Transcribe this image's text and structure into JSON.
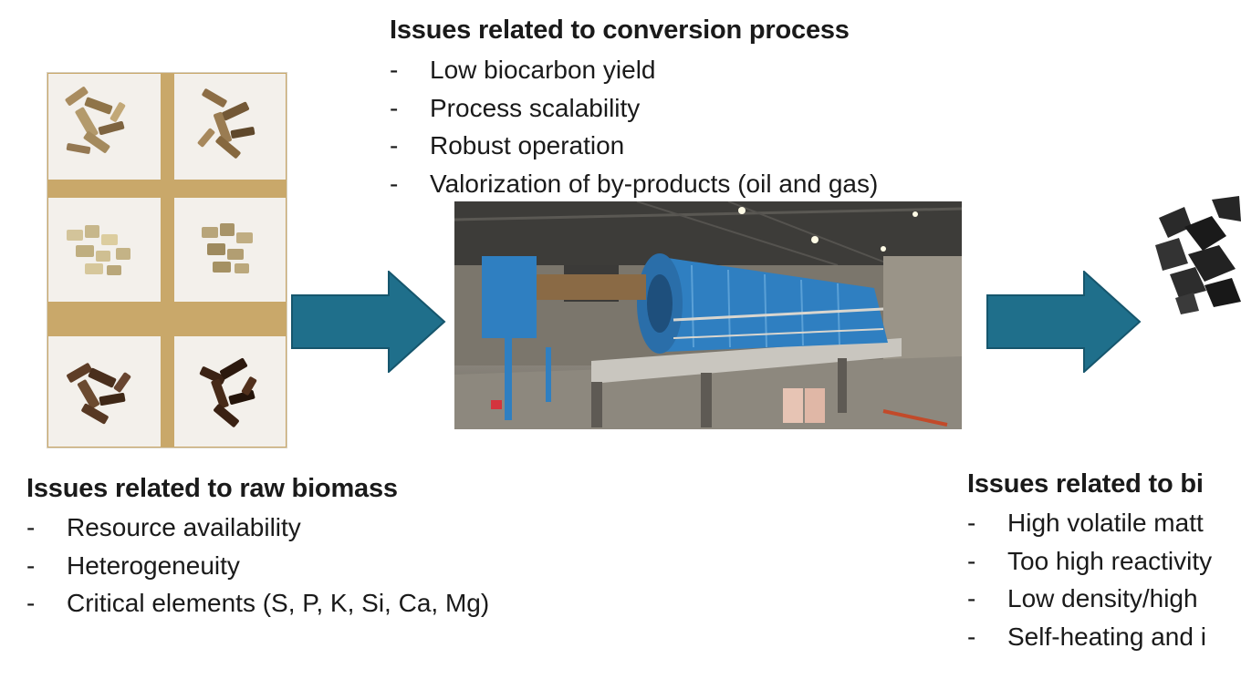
{
  "conversion": {
    "heading": "Issues related to conversion process",
    "dash": "-",
    "items": [
      "Low biocarbon yield",
      "Process scalability",
      "Robust operation",
      "Valorization of by-products (oil and gas)"
    ]
  },
  "raw_biomass": {
    "heading": "Issues related to raw biomass",
    "dash": "-",
    "items": [
      "Resource availability",
      "Heterogeneuity",
      "Critical elements (S, P, K, Si, Ca, Mg)"
    ]
  },
  "biocarbon": {
    "heading": "Issues related to bi",
    "dash": "-",
    "items": [
      "High volatile matt",
      "Too high reactivity",
      "Low density/high",
      "Self-heating and i"
    ]
  },
  "colors": {
    "arrow": "#1f6f8b",
    "arrow_stroke": "#16566d",
    "reactor_blue": "#2f7fc1",
    "wood_frame": "#c9a86a"
  },
  "icons": {
    "arrow_1": "right-arrow",
    "arrow_2": "right-arrow"
  }
}
